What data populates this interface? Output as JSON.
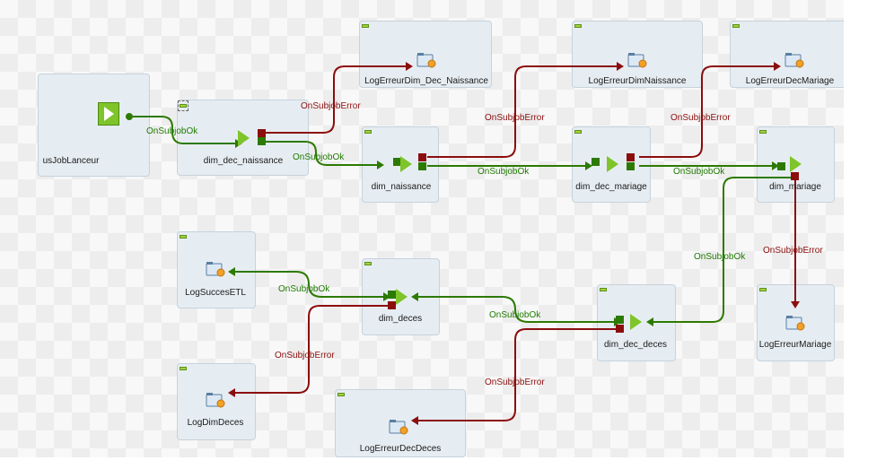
{
  "components": {
    "launcher": "usJobLanceur",
    "dim_dec_naissance": "dim_dec_naissance",
    "dim_naissance": "dim_naissance",
    "dim_dec_mariage": "dim_dec_mariage",
    "dim_mariage": "dim_mariage",
    "dim_deces": "dim_deces",
    "dim_dec_deces": "dim_dec_deces",
    "log_erreur_dim_dec_naissance": "LogErreurDim_Dec_Naissance",
    "log_erreur_dim_naissance": "LogErreurDimNaissance",
    "log_erreur_dec_mariage": "LogErreurDecMariage",
    "log_succes_etl": "LogSuccesETL",
    "log_dim_deces": "LogDimDeces",
    "log_erreur_dec_deces": "LogErreurDecDeces",
    "log_erreur_mariage": "LogErreurMariage"
  },
  "connections": {
    "ok_label": "OnSubjobOk",
    "error_label": "OnSubjobError"
  },
  "colors": {
    "ok": "#1e7a00",
    "error": "#8b0d0d",
    "node": "#7fc42a",
    "box": "#e6edf2"
  },
  "icons": {
    "component": "green-triangle-icon",
    "log": "folder-gear-icon",
    "launcher": "run-job-icon",
    "status": "status-indicator-icon"
  }
}
